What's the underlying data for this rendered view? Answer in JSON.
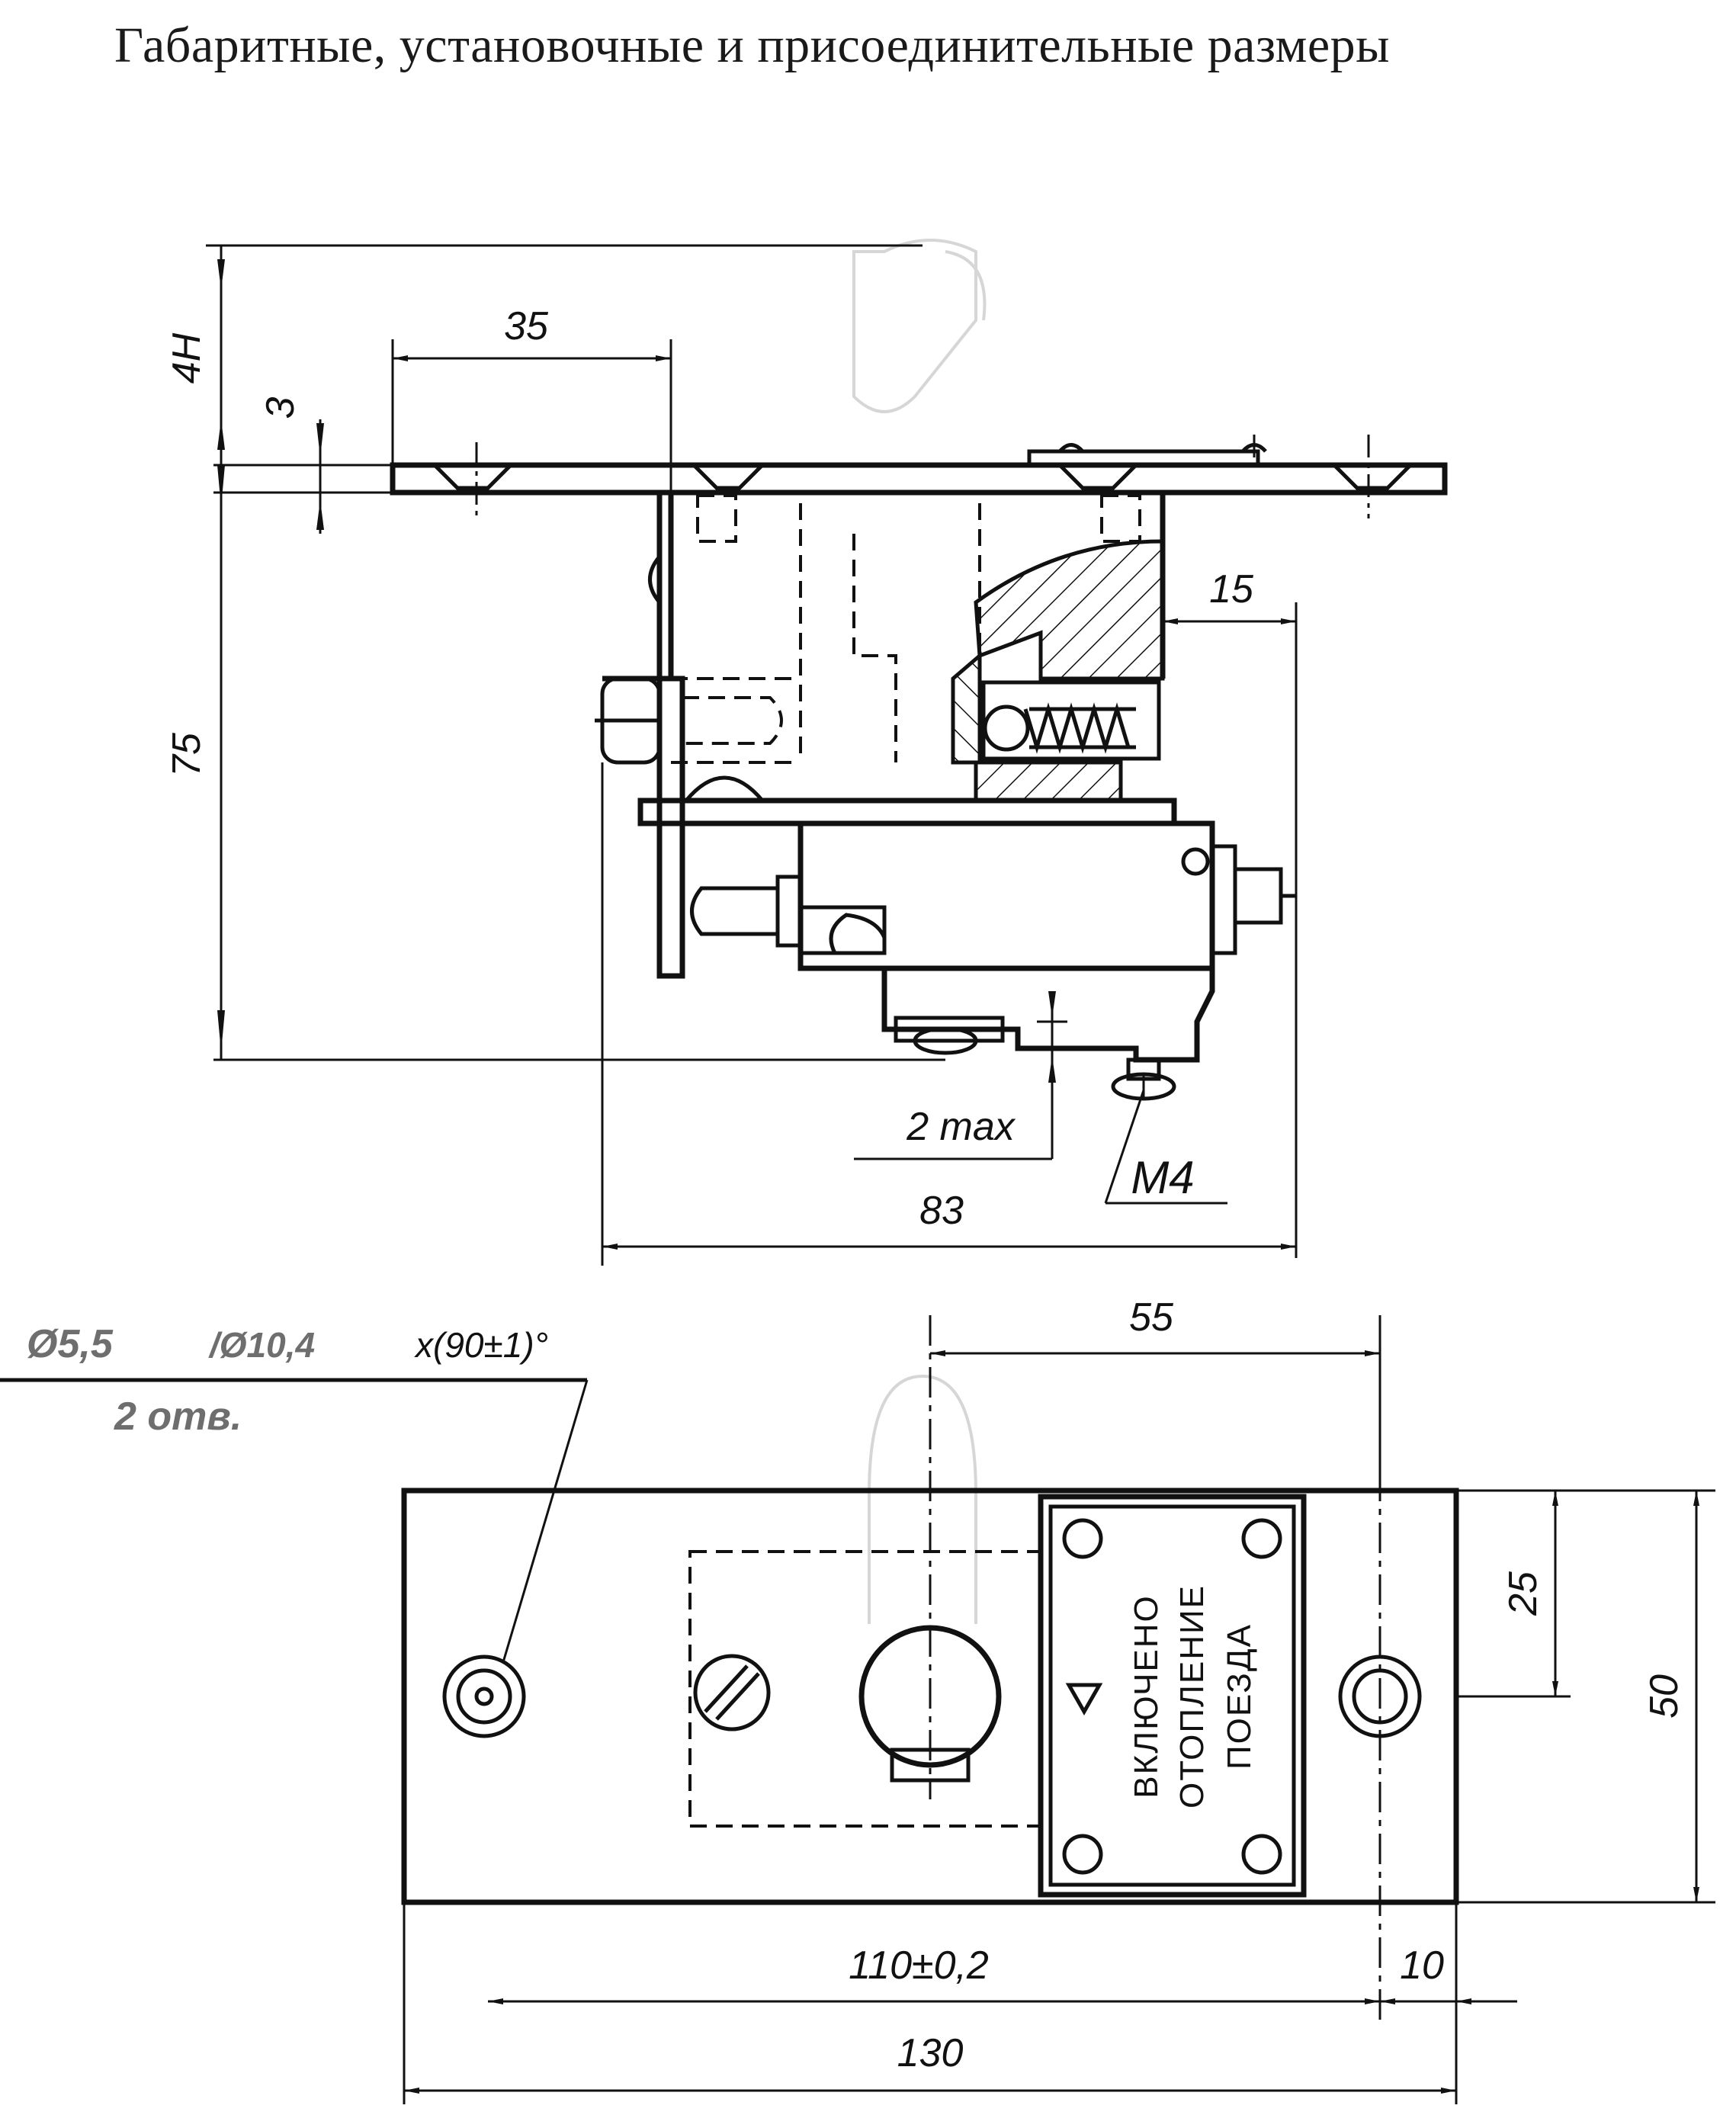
{
  "title": "Габаритные, установочные и присоединительные размеры",
  "side_view": {
    "dim_top_overall": "4Н",
    "dim_plate_thickness": "3",
    "dim_35": "35",
    "dim_15": "15",
    "dim_75": "75",
    "dim_2max": "2 max",
    "thread_label": "М4",
    "dim_83": "83"
  },
  "top_view": {
    "dim_55": "55",
    "dim_25": "25",
    "dim_50": "50",
    "dim_110": "110±0,2",
    "dim_10": "10",
    "dim_130": "130",
    "hole_callout_line1_main": "Ø5,5",
    "hole_callout_line1_mid": "/Ø10,4",
    "hole_callout_line1_end": "x(90±1)°",
    "hole_callout_line2": "2 отв.",
    "nameplate": {
      "line1": "ВКЛЮЧЕНО",
      "line2": "ОТОПЛЕНИЕ",
      "line3": "ПОЕЗДА"
    }
  }
}
